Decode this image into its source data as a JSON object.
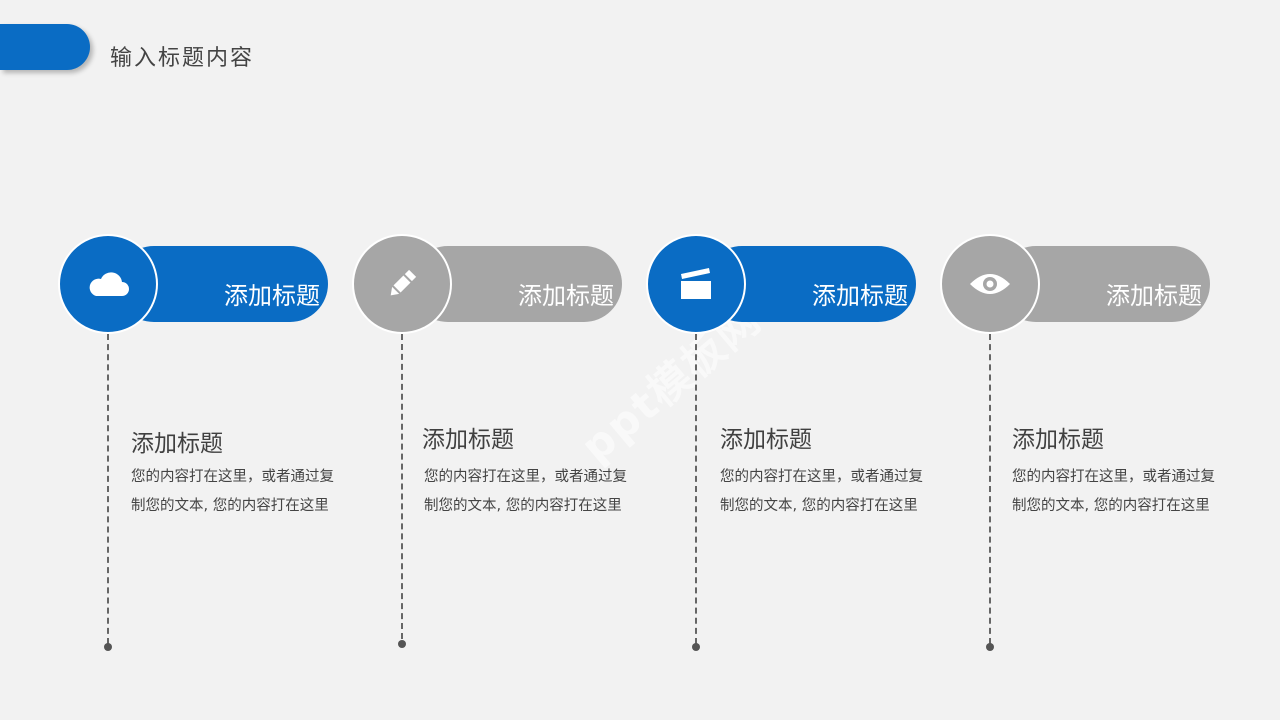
{
  "header": {
    "title": "输入标题内容"
  },
  "watermark": {
    "text": "ppt模板网"
  },
  "colors": {
    "accent": "#0a6cc4",
    "muted": "#a6a6a6",
    "background": "#f2f2f2"
  },
  "cards": [
    {
      "icon": "cloud-icon",
      "variant": "blue",
      "pill_title": "添加标题",
      "sub_title": "添加标题",
      "body": "您的内容打在这里，或者通过复制您的文本, 您的内容打在这里"
    },
    {
      "icon": "pencil-icon",
      "variant": "gray",
      "pill_title": "添加标题",
      "sub_title": "添加标题",
      "body": "您的内容打在这里，或者通过复制您的文本, 您的内容打在这里"
    },
    {
      "icon": "clapperboard-icon",
      "variant": "blue",
      "pill_title": "添加标题",
      "sub_title": "添加标题",
      "body": "您的内容打在这里，或者通过复制您的文本, 您的内容打在这里"
    },
    {
      "icon": "eye-icon",
      "variant": "gray",
      "pill_title": "添加标题",
      "sub_title": "添加标题",
      "body": "您的内容打在这里，或者通过复制您的文本, 您的内容打在这里"
    }
  ]
}
